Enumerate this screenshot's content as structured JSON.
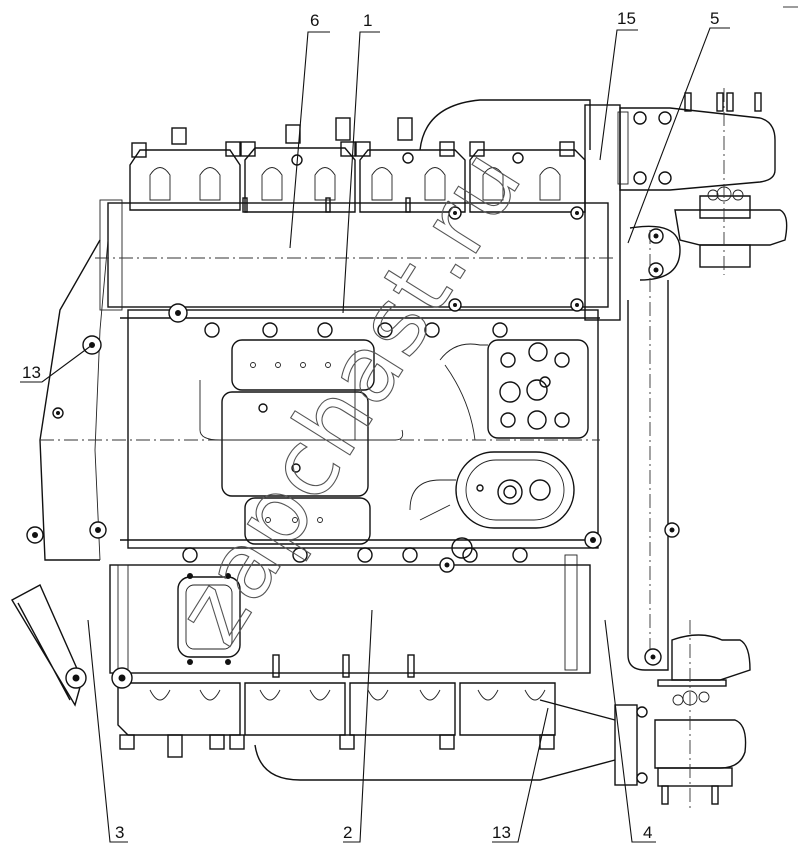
{
  "diagram": {
    "subject": "engine assembly technical drawing (side view)",
    "watermark": "zapchast.ru",
    "callouts": [
      {
        "id": "callout-6",
        "label": "6"
      },
      {
        "id": "callout-1",
        "label": "1"
      },
      {
        "id": "callout-15",
        "label": "15"
      },
      {
        "id": "callout-5",
        "label": "5"
      },
      {
        "id": "callout-13-left",
        "label": "13"
      },
      {
        "id": "callout-3",
        "label": "3"
      },
      {
        "id": "callout-2",
        "label": "2"
      },
      {
        "id": "callout-13-bottom",
        "label": "13"
      },
      {
        "id": "callout-4",
        "label": "4"
      }
    ]
  }
}
